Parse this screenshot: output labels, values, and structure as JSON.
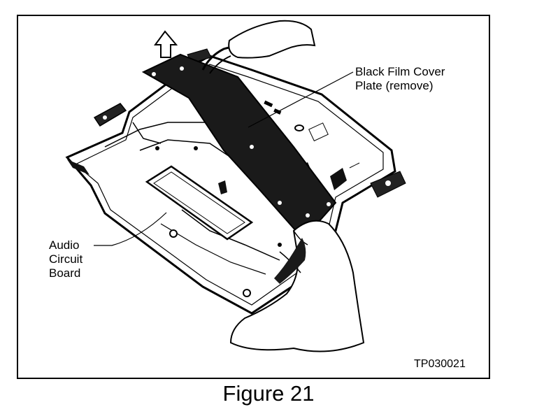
{
  "labels": {
    "film_line1": "Black Film Cover",
    "film_line2": "Plate (remove)",
    "audio_line1": "Audio",
    "audio_line2": "Circuit",
    "audio_line3": "Board"
  },
  "figure_code": "TP030021",
  "caption": "Figure 21"
}
